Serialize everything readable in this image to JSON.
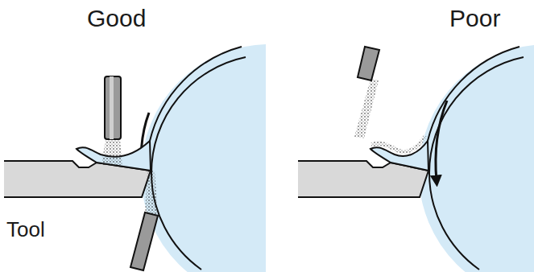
{
  "diagram": {
    "labels": [
      "Good",
      "Poor",
      "Tool"
    ]
  }
}
